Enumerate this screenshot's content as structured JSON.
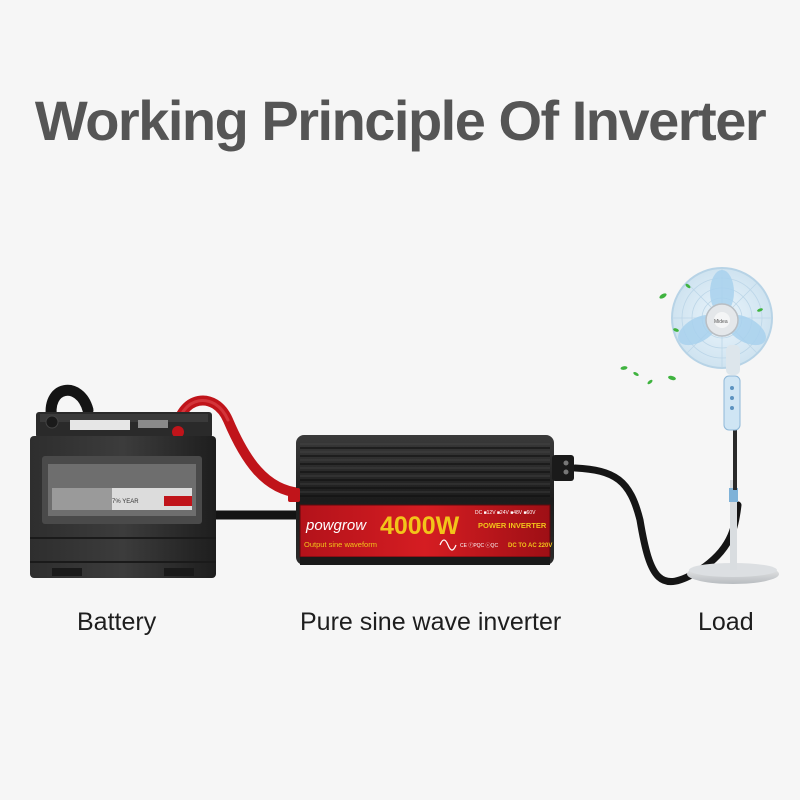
{
  "title": "Working Principle Of Inverter",
  "labels": {
    "battery": "Battery",
    "inverter": "Pure sine wave inverter",
    "load": "Load"
  },
  "inverter_panel": {
    "brand": "powgrow",
    "power": "4000W",
    "subtitle": "Output sine waveform",
    "tag": "POWER INVERTER",
    "voltages": "DC ■12V ■24V ■48V ■60V",
    "certs": "CE ⓕPQC ⓒQC",
    "conversion": "DC TO AC 220V"
  },
  "battery_sticker": "7% YEAR",
  "fan_brand": "Midea",
  "colors": {
    "title": "#555555",
    "label": "#1e1e1e",
    "panel_red": "#c8141b",
    "panel_gold": "#f2c41a",
    "cable_red": "#c0141a",
    "body_black": "#222222"
  }
}
